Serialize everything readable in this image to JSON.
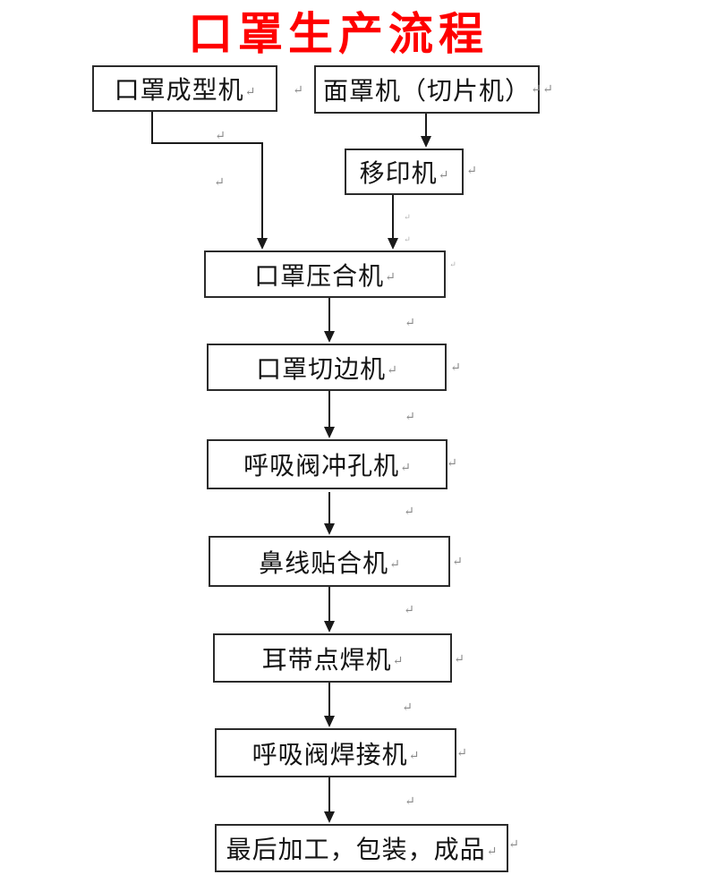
{
  "title": {
    "text": "口罩生产流程"
  },
  "marks": {
    "pilcrow": "↵"
  },
  "flowchart": {
    "nodes": [
      {
        "label": "口罩成型机"
      },
      {
        "label": "面罩机（切片机）"
      },
      {
        "label": "移印机"
      },
      {
        "label": "口罩压合机"
      },
      {
        "label": "口罩切边机"
      },
      {
        "label": "呼吸阀冲孔机"
      },
      {
        "label": "鼻线贴合机"
      },
      {
        "label": "耳带点焊机"
      },
      {
        "label": "呼吸阀焊接机"
      },
      {
        "label": "最后加工，包装，成品"
      }
    ],
    "edges": [
      "口罩成型机 → 口罩压合机",
      "面罩机（切片机） → 移印机",
      "移印机 → 口罩压合机",
      "口罩压合机 → 口罩切边机",
      "口罩切边机 → 呼吸阀冲孔机",
      "呼吸阀冲孔机 → 鼻线贴合机",
      "鼻线贴合机 → 耳带点焊机",
      "耳带点焊机 → 呼吸阀焊接机",
      "呼吸阀焊接机 → 最后加工，包装，成品"
    ]
  },
  "colors": {
    "title": "#ff0000",
    "box_border": "#2b2b2b",
    "text": "#141414",
    "connector": "#1a1a1a",
    "paragraph_mark": "#8a8a8a"
  }
}
